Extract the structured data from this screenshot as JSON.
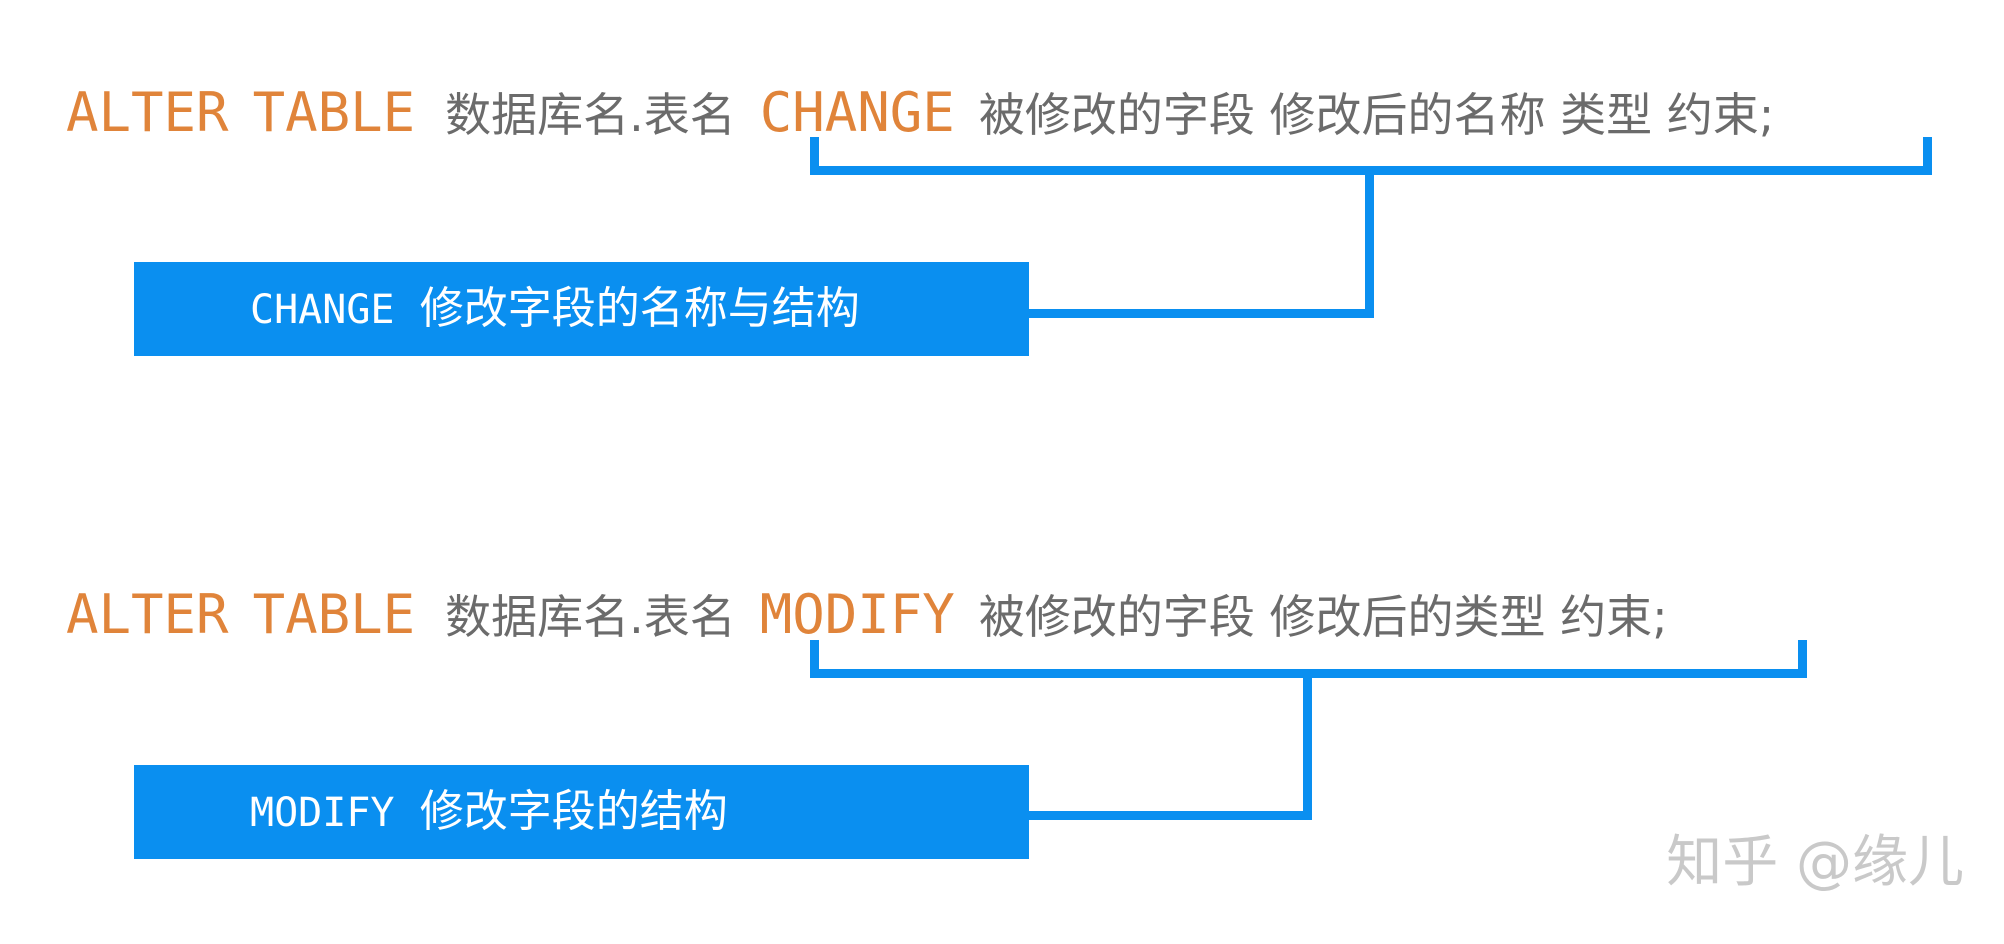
{
  "statements": [
    {
      "alter": "ALTER",
      "table": "TABLE",
      "target": "数据库名.表名",
      "keyword": "CHANGE",
      "args": "被修改的字段 修改后的名称 类型 约束;"
    },
    {
      "alter": "ALTER",
      "table": "TABLE",
      "target": "数据库名.表名",
      "keyword": "MODIFY",
      "args": "被修改的字段 修改后的类型 约束;"
    }
  ],
  "callouts": [
    {
      "keyword": "CHANGE",
      "description": "修改字段的名称与结构"
    },
    {
      "keyword": "MODIFY",
      "description": "修改字段的结构"
    }
  ],
  "watermark": "知乎 @缘儿",
  "colors": {
    "keyword": "#e0843a",
    "text": "#6b6b6b",
    "accent": "#0a8ff0",
    "watermark": "#c9c9c9"
  }
}
